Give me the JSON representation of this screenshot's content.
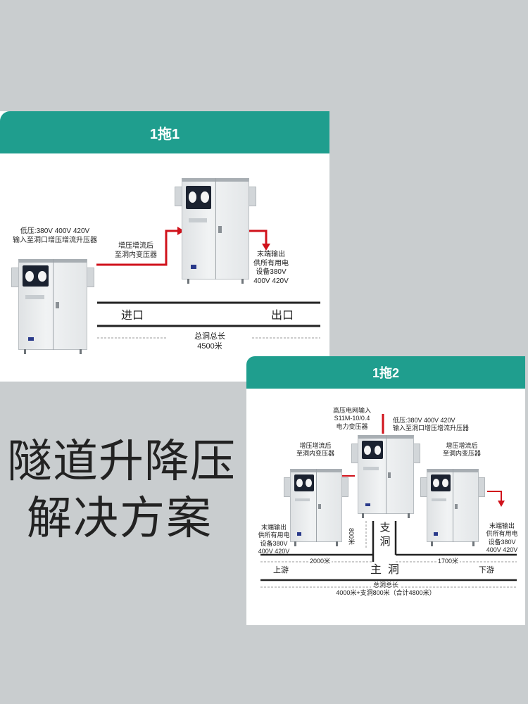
{
  "card1": {
    "title": "1拖1",
    "low_voltage": "低压:380V 400V 420V",
    "input_desc": "输入至洞口增压增流升压器",
    "boost": "增压增流后",
    "to_tunnel": "至洞内变压器",
    "end_output": "末端输出",
    "supply": "供所有用电",
    "equip": "设备380V",
    "volts": "400V  420V",
    "entrance": "进口",
    "exit": "出口",
    "total_len_label": "总洞总长",
    "total_len_value": "4500米"
  },
  "card2": {
    "title": "1拖2",
    "hv_input": "高压电网输入",
    "transformer_model": "S11M-10/0.4",
    "power_transformer": "电力变压器",
    "low_voltage": "低压:380V 400V 420V",
    "input_desc": "输入至洞口增压增流升压器",
    "left_boost": "增压增流后",
    "left_to_tunnel": "至洞内变压器",
    "right_boost": "增压增流后",
    "right_to_tunnel": "至洞内变压器",
    "left_end_output": "末端输出",
    "left_supply": "供所有用电",
    "left_equip": "设备380V",
    "left_volts": "400V  420V",
    "right_end_output": "末端输出",
    "right_supply": "供所有用电",
    "right_equip": "设备380V",
    "right_volts": "400V  420V",
    "branch_len": "800米",
    "branch_tunnel_1": "支",
    "branch_tunnel_2": "洞",
    "upstream": "上游",
    "downstream": "下游",
    "main_tunnel": "主  洞",
    "left_len": "2000米",
    "right_len": "1700米",
    "total_len_label": "总洞总长",
    "total_len_value": "4000米+支洞800米（合计4800米）"
  },
  "headline": {
    "line1": "隧道升降压",
    "line2": "解决方案"
  },
  "colors": {
    "teal": "#1f9e8e",
    "red_line": "#d0121b",
    "background": "#c9cdcf"
  }
}
